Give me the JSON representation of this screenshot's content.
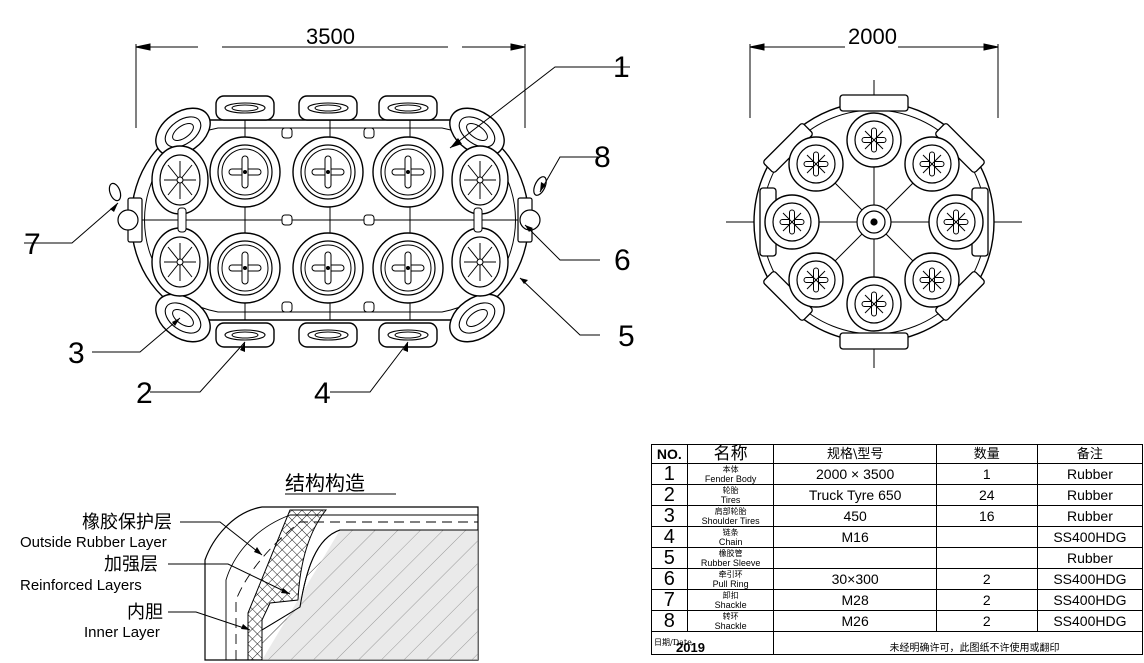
{
  "dimensions": {
    "length": "3500",
    "diameter": "2000"
  },
  "callouts": {
    "c1": "1",
    "c2": "2",
    "c3": "3",
    "c4": "4",
    "c5": "5",
    "c6": "6",
    "c7": "7",
    "c8": "8"
  },
  "structure": {
    "title": "结构构造",
    "outer_cn": "橡胶保护层",
    "outer_en": "Outside Rubber Layer",
    "reinf_cn": "加强层",
    "reinf_en": "Reinforced Layers",
    "inner_cn": "内胆",
    "inner_en": "Inner Layer"
  },
  "table": {
    "headers": {
      "no": "NO.",
      "name": "名称",
      "spec": "规格\\型号",
      "qty": "数量",
      "remark": "备注"
    },
    "rows": [
      {
        "no": "1",
        "cn": "本体",
        "en": "Fender Body",
        "spec": "2000 × 3500",
        "qty": "1",
        "remark": "Rubber"
      },
      {
        "no": "2",
        "cn": "轮胎",
        "en": "Tires",
        "spec": "Truck Tyre 650",
        "qty": "24",
        "remark": "Rubber"
      },
      {
        "no": "3",
        "cn": "肩部轮胎",
        "en": "Shoulder Tires",
        "spec": "450",
        "qty": "16",
        "remark": "Rubber"
      },
      {
        "no": "4",
        "cn": "链条",
        "en": "Chain",
        "spec": "M16",
        "qty": "",
        "remark": "SS400HDG"
      },
      {
        "no": "5",
        "cn": "橡胶管",
        "en": "Rubber Sleeve",
        "spec": "",
        "qty": "",
        "remark": "Rubber"
      },
      {
        "no": "6",
        "cn": "牵引环",
        "en": "Pull Ring",
        "spec": "30×300",
        "qty": "2",
        "remark": "SS400HDG"
      },
      {
        "no": "7",
        "cn": "卸扣",
        "en": "Shackle",
        "spec": "M28",
        "qty": "2",
        "remark": "SS400HDG"
      },
      {
        "no": "8",
        "cn": "转环",
        "en": "Shackle",
        "spec": "M26",
        "qty": "2",
        "remark": "SS400HDG"
      }
    ],
    "date_label": "日期/Date",
    "date_value": "2019",
    "note": "未经明确许可，此图纸不许使用或翻印"
  }
}
